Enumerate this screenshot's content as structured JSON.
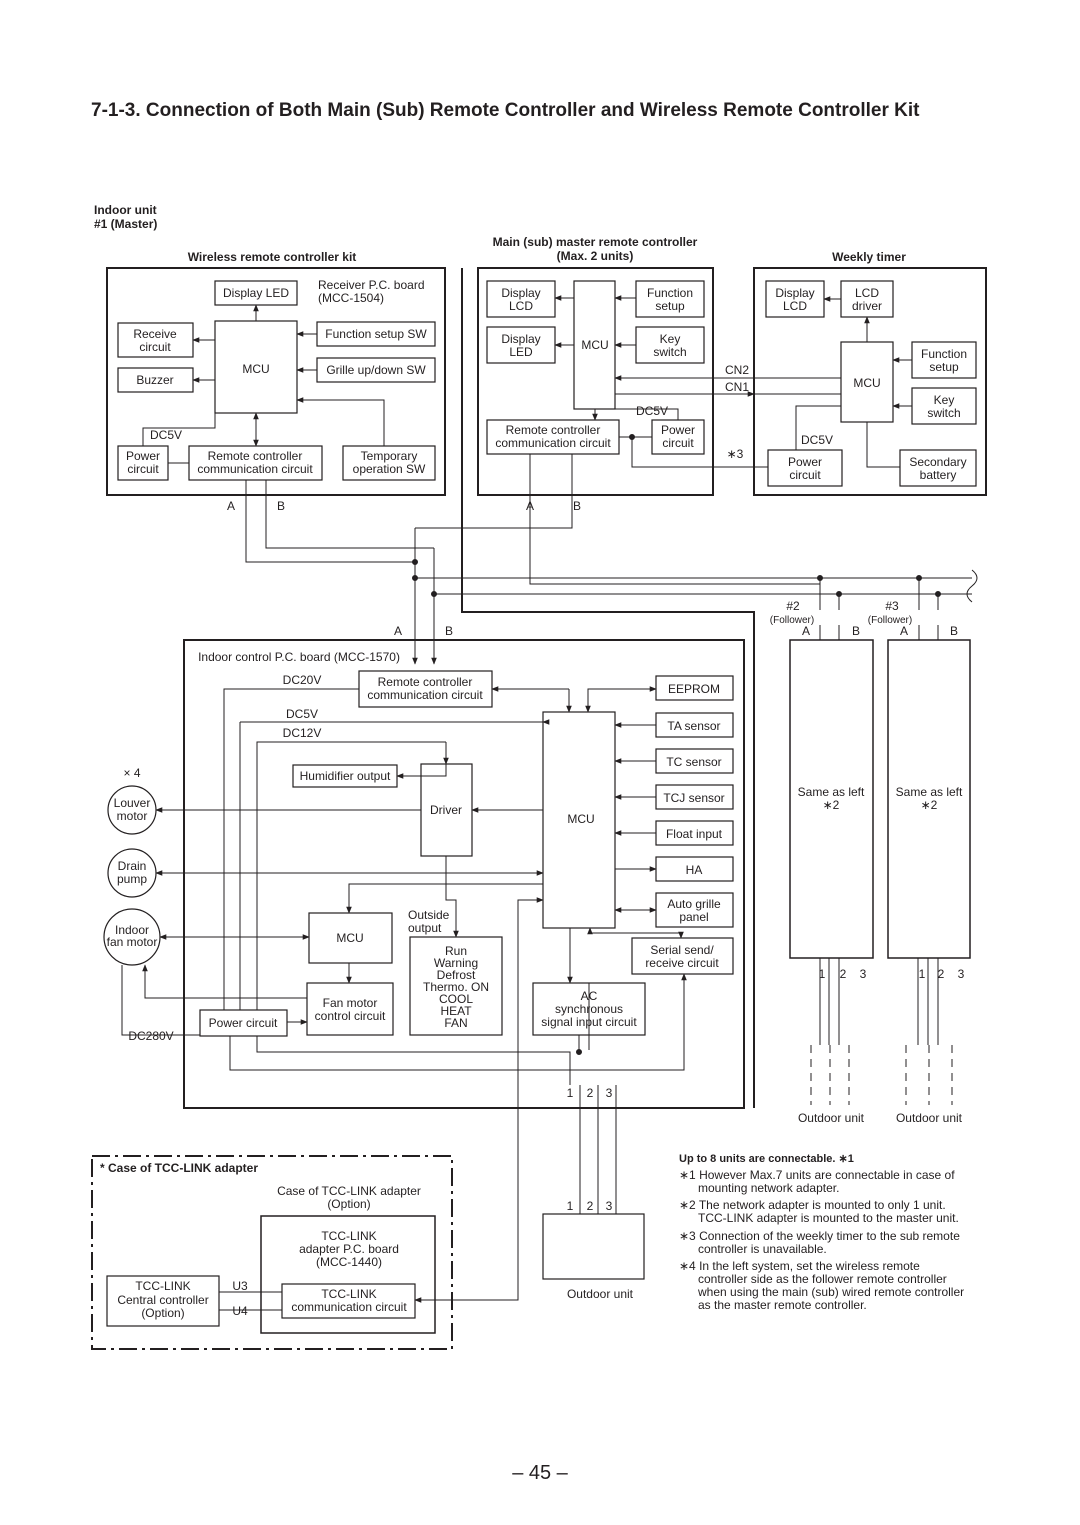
{
  "title": "7-1-3. Connection of Both Main (Sub) Remote Controller and Wireless Remote Controller Kit",
  "page_number": "– 45 –",
  "indoor_unit": {
    "line1": "Indoor unit",
    "line2": "#1 (Master)"
  },
  "wireless_kit": {
    "heading": "Wireless remote controller kit",
    "display_led": "Display LED",
    "receiver_pc": "Receiver P.C. board",
    "receiver_model": "(MCC-1504)",
    "receive1": "Receive",
    "receive2": "circuit",
    "mcu": "MCU",
    "function_setup_sw": "Function setup SW",
    "grille_sw": "Grille up/down SW",
    "buzzer": "Buzzer",
    "dc5v": "DC5V",
    "power1": "Power",
    "power2": "circuit",
    "rc1": "Remote controller",
    "rc2": "communication circuit",
    "temp1": "Temporary",
    "temp2": "operation SW",
    "a": "A",
    "b": "B"
  },
  "main_remote": {
    "heading1": "Main (sub) master remote controller",
    "heading2": "(Max. 2 units)",
    "lcd1": "Display",
    "lcd2": "LCD",
    "led1": "Display",
    "led2": "LED",
    "mcu": "MCU",
    "func1": "Function",
    "func2": "setup",
    "key1": "Key",
    "key2": "switch",
    "dc5v": "DC5V",
    "rc1": "Remote controller",
    "rc2": "communication circuit",
    "power1": "Power",
    "power2": "circuit",
    "cn2": "CN2",
    "cn1": "CN1",
    "note3": "∗3",
    "a": "A",
    "b": "B"
  },
  "weekly_timer": {
    "heading": "Weekly timer",
    "lcd1": "Display",
    "lcd2": "LCD",
    "drv1": "LCD",
    "drv2": "driver",
    "func1": "Function",
    "func2": "setup",
    "mcu": "MCU",
    "key1": "Key",
    "key2": "switch",
    "dc5v": "DC5V",
    "power1": "Power",
    "power2": "circuit",
    "bat1": "Secondary",
    "bat2": "battery"
  },
  "followers": [
    {
      "num": "#2",
      "role": "(Follower)",
      "a": "A",
      "b": "B",
      "same1": "Same as left",
      "same2": "∗2",
      "t1": "1",
      "t2": "2",
      "t3": "3",
      "outdoor": "Outdoor unit"
    },
    {
      "num": "#3",
      "role": "(Follower)",
      "a": "A",
      "b": "B",
      "same1": "Same as left",
      "same2": "∗2",
      "t1": "1",
      "t2": "2",
      "t3": "3",
      "outdoor": "Outdoor unit"
    }
  ],
  "indoor_board": {
    "a": "A",
    "b": "B",
    "heading": "Indoor control P.C. board (MCC-1570)",
    "dc20v": "DC20V",
    "dc5v": "DC5V",
    "dc12v": "DC12V",
    "dc280v": "DC280V",
    "rc1": "Remote controller",
    "rc2": "communication circuit",
    "eeprom": "EEPROM",
    "ta": "TA sensor",
    "tc": "TC sensor",
    "tcj": "TCJ sensor",
    "float": "Float input",
    "ha": "HA",
    "grille1": "Auto grille",
    "grille2": "panel",
    "serial1": "Serial send/",
    "serial2": "receive circuit",
    "x4": "× 4",
    "humid": "Humidifier output",
    "driver": "Driver",
    "mcu_main": "MCU",
    "louver1": "Louver",
    "louver2": "motor",
    "drain1": "Drain",
    "drain2": "pump",
    "fan1": "Indoor",
    "fan2": "fan motor",
    "mcu_fan": "MCU",
    "outside1": "Outside",
    "outside2": "output",
    "out_run": "Run",
    "out_warn": "Warning",
    "out_def": "Defrost",
    "out_thermo": "Thermo. ON",
    "out_cool": "COOL",
    "out_heat": "HEAT",
    "out_fan": "FAN",
    "fm1": "Fan motor",
    "fm2": "control circuit",
    "ac1": "AC",
    "ac2": "synchronous",
    "ac3": "signal input circuit",
    "power": "Power circuit",
    "t1": "1",
    "t2": "2",
    "t3": "3"
  },
  "tcc": {
    "heading": "* Case of TCC-LINK adapter",
    "case1": "Case of TCC-LINK adapter",
    "case2": "(Option)",
    "adapter1": "TCC-LINK",
    "adapter2": "adapter P.C. board",
    "adapter3": "(MCC-1440)",
    "comm1": "TCC-LINK",
    "comm2": "communication circuit",
    "central1": "TCC-LINK",
    "central2": "Central controller",
    "central3": "(Option)",
    "u3": "U3",
    "u4": "U4"
  },
  "outdoor_main": {
    "t1": "1",
    "t2": "2",
    "t3": "3",
    "label": "Outdoor unit"
  },
  "notes": {
    "heading": "Up to 8 units are connectable. ∗1",
    "n1a": "∗1  However Max.7 units are connectable in case of",
    "n1b": "mounting network adapter.",
    "n2a": "∗2  The network adapter is mounted to only 1 unit.",
    "n2b": "TCC-LINK adapter is mounted to the master unit.",
    "n3a": "∗3  Connection of the weekly timer to the sub remote",
    "n3b": "controller is unavailable.",
    "n4a": "∗4  In the left system, set the wireless remote",
    "n4b": "controller side as the follower remote controller",
    "n4c": "when using the main (sub) wired remote controller",
    "n4d": "as the master remote controller."
  }
}
